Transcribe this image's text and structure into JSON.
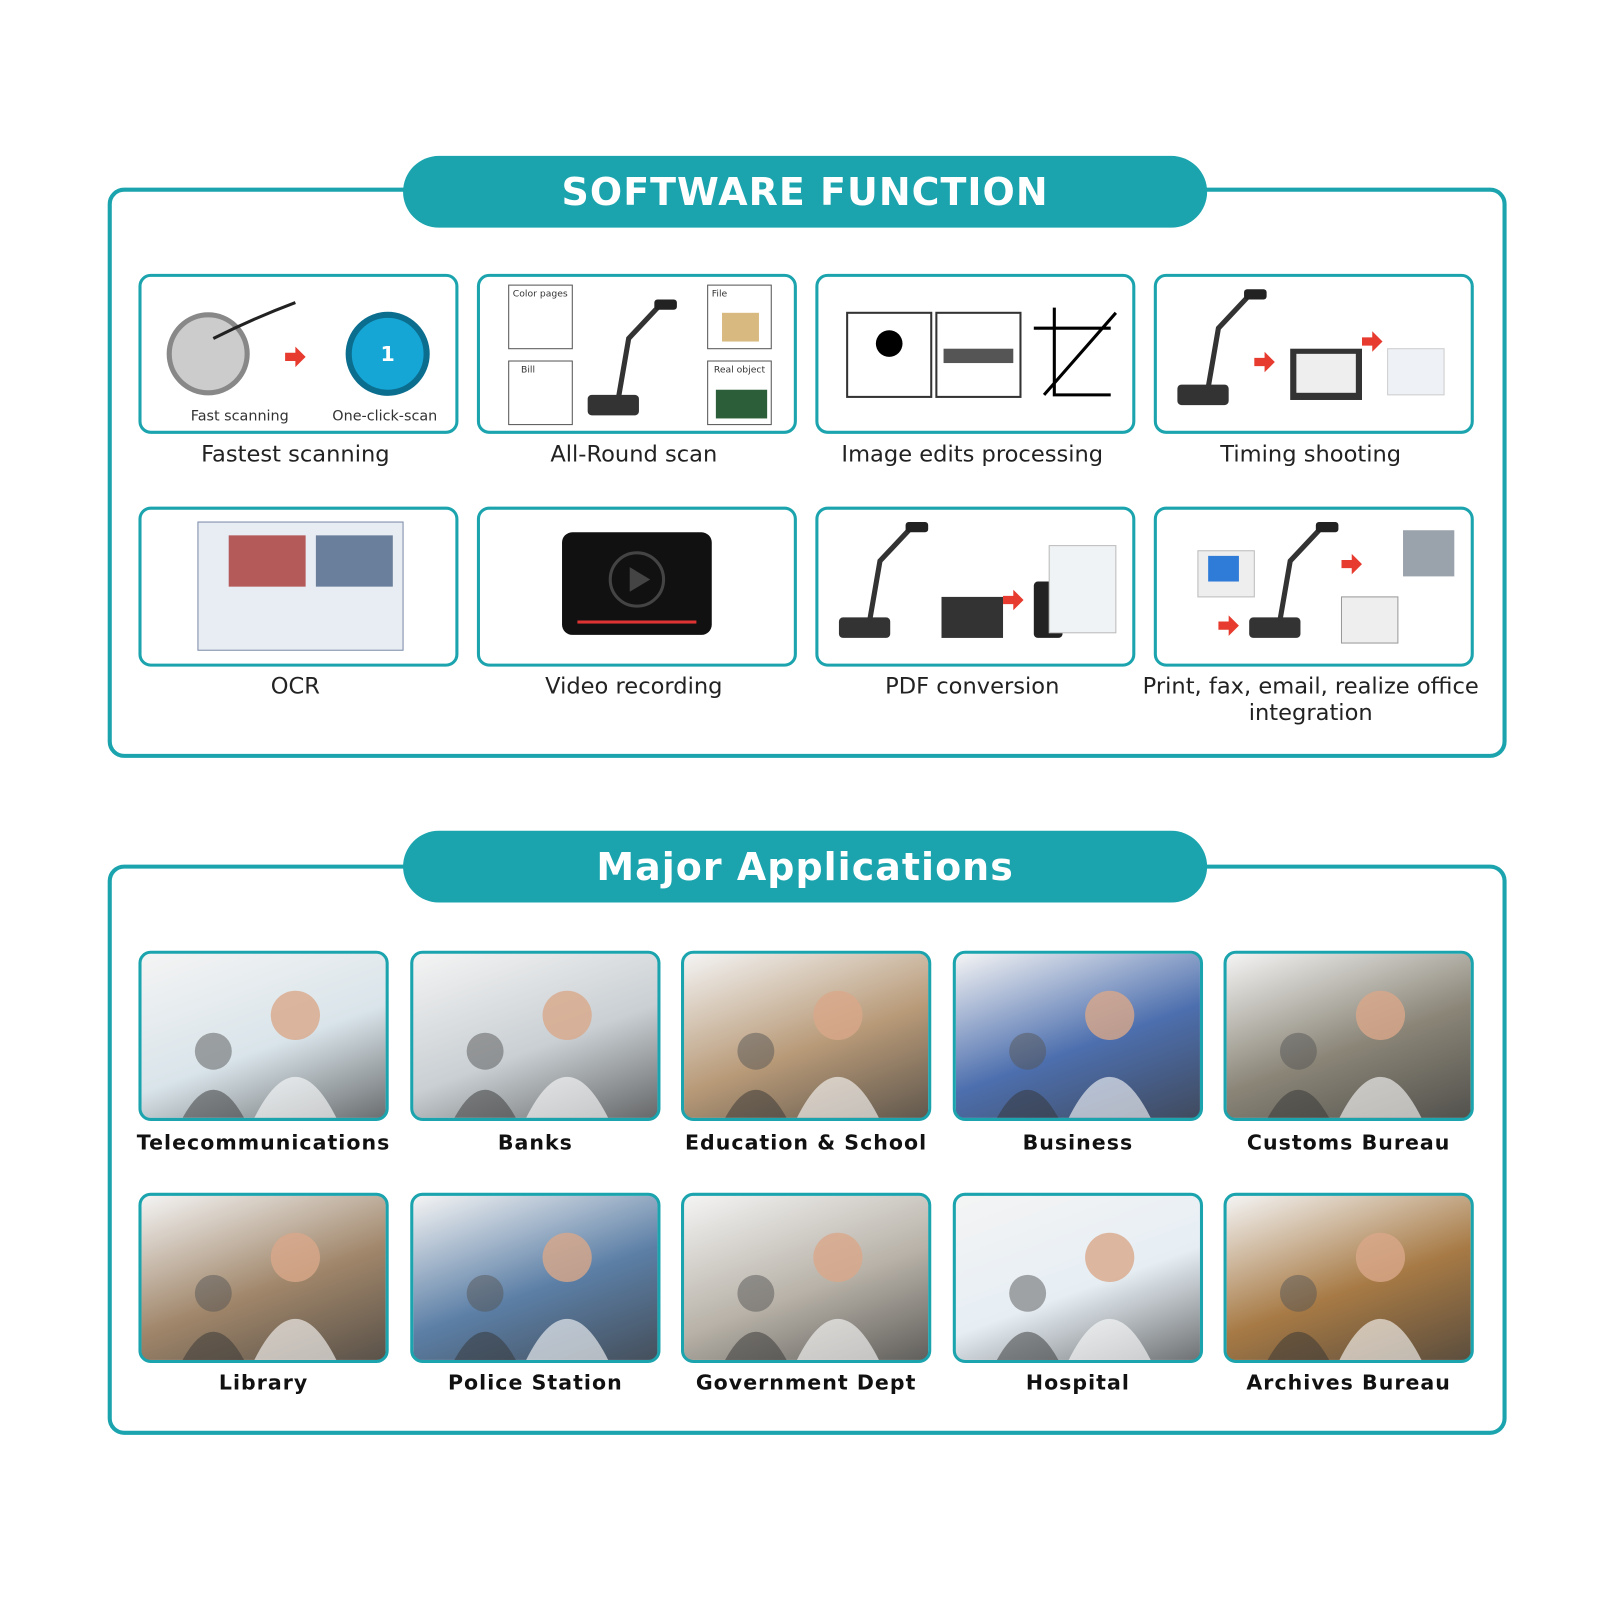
{
  "software": {
    "title": "SOFTWARE FUNCTION",
    "features": [
      {
        "label": "Fastest scanning",
        "sub": [
          "Fast scanning",
          "One-click-scan"
        ]
      },
      {
        "label": "All-Round scan",
        "sub": [
          "Color pages",
          "File",
          "Bill",
          "Real object"
        ]
      },
      {
        "label": "Image edits processing"
      },
      {
        "label": "Timing shooting"
      },
      {
        "label": "OCR"
      },
      {
        "label": "Video recording"
      },
      {
        "label": "PDF conversion"
      },
      {
        "label": "Print, fax, email, realize office integration"
      }
    ]
  },
  "applications": {
    "title": "Major Applications",
    "items": [
      {
        "label": "Telecommunications",
        "color": "#d9e4ea"
      },
      {
        "label": "Banks",
        "color": "#c9cfd3"
      },
      {
        "label": "Education & School",
        "color": "#b89a78"
      },
      {
        "label": "Business",
        "color": "#4d6fae"
      },
      {
        "label": "Customs Bureau",
        "color": "#8a8577"
      },
      {
        "label": "Library",
        "color": "#a0866a"
      },
      {
        "label": "Police Station",
        "color": "#5c7fa6"
      },
      {
        "label": "Government Dept",
        "color": "#b8b2a8"
      },
      {
        "label": "Hospital",
        "color": "#e6eef4"
      },
      {
        "label": "Archives Bureau",
        "color": "#a77a45"
      }
    ]
  }
}
